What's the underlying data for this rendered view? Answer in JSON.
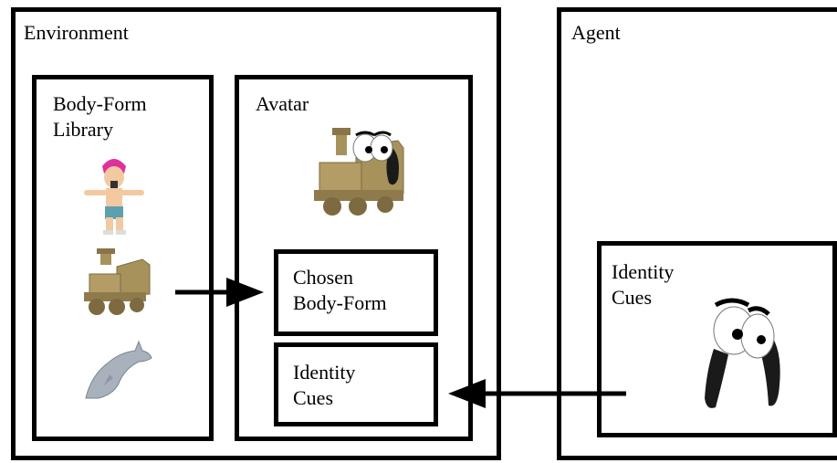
{
  "environment": {
    "label": "Environment"
  },
  "agent": {
    "label": "Agent"
  },
  "body_form_library": {
    "label": "Body-Form\nLibrary",
    "items": [
      "human-figure-icon",
      "train-icon",
      "dolphin-icon"
    ]
  },
  "avatar": {
    "label": "Avatar",
    "icon": "train-with-eyes-icon",
    "chosen_body_form": "Chosen\nBody-Form",
    "identity_cues": "Identity\nCues"
  },
  "agent_identity_cues": {
    "label": "Identity\nCues",
    "icon": "eyes-and-ears-icon"
  },
  "colors": {
    "stroke": "#000000",
    "train": "#a8925c",
    "hair": "#e0309a",
    "dolphin": "#a9b1bd"
  }
}
